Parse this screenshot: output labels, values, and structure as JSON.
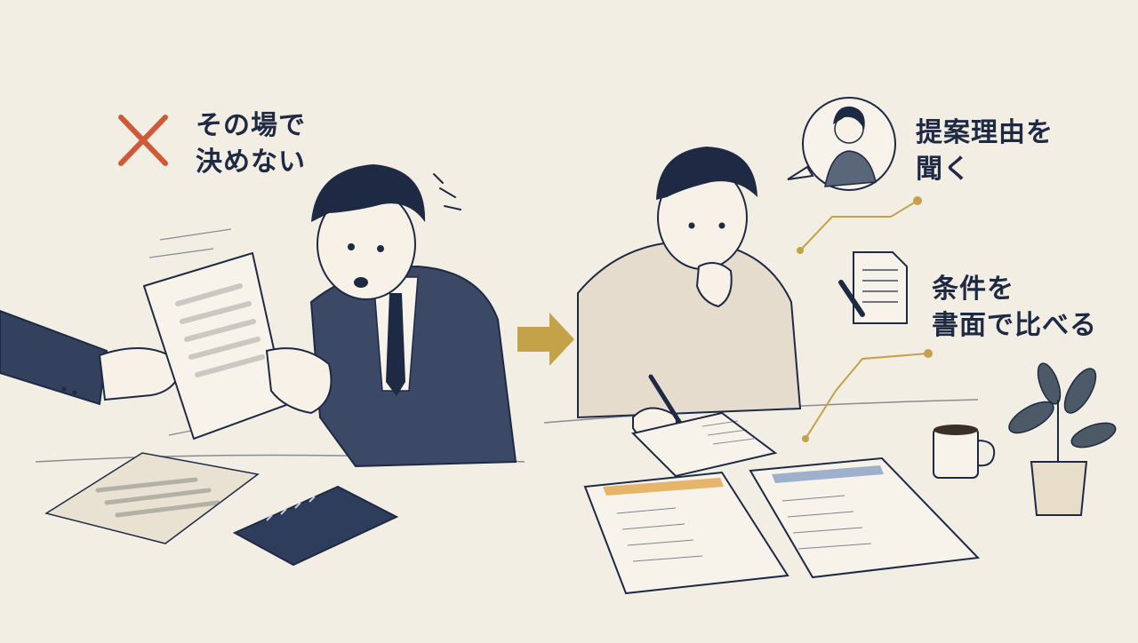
{
  "left_panel": {
    "label_line1": "その場で",
    "label_line2": "決めない",
    "mark_icon": "cross-mark-icon"
  },
  "right_panel": {
    "label1_line1": "提案理由を",
    "label1_line2": "聞く",
    "label2_line1": "条件を",
    "label2_line2": "書面で比べる"
  },
  "transition_icon": "arrow-right-icon",
  "colors": {
    "background": "#f3eee3",
    "ink": "#1e2a44",
    "cross": "#cf5a3a",
    "accent_gold": "#c4a24a",
    "suit": "#3b4866",
    "sweater": "#e6dccd",
    "doc_bar_orange": "#e5b56a",
    "doc_bar_blue": "#9fb0cc"
  }
}
